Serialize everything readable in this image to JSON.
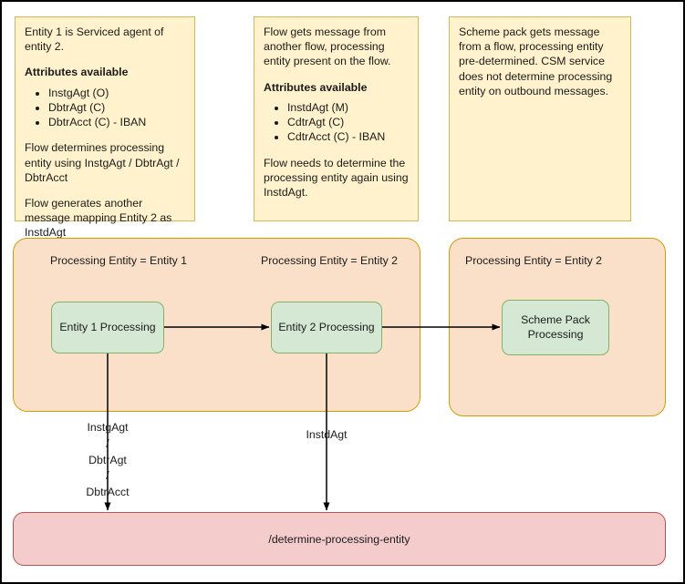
{
  "notes": [
    {
      "intro": "Entity 1 is Serviced agent of entity 2.",
      "heading": "Attributes available",
      "attributes": [
        "InstgAgt (O)",
        "DbtrAgt (C)",
        "DbtrAcct (C) - IBAN"
      ],
      "body1": "Flow determines processing entity using InstgAgt / DbtrAgt / DbtrAcct",
      "body2": "Flow generates another message mapping Entity 2 as InstdAgt"
    },
    {
      "intro": "Flow gets message from another flow, processing entity present on the flow.",
      "heading": "Attributes available",
      "attributes": [
        "InstdAgt (M)",
        "CdtrAgt (C)",
        "CdtrAcct (C) - IBAN"
      ],
      "body1": "Flow needs to determine the processing entity again using InstdAgt.",
      "body2": ""
    },
    {
      "intro": "Scheme pack gets message from a flow, processing entity pre-determined. CSM service does not determine processing entity on outbound messages.",
      "heading": "",
      "attributes": [],
      "body1": "",
      "body2": ""
    }
  ],
  "lanes": [
    {
      "label_left": "Processing Entity = Entity 1",
      "label_right": "Processing Entity = Entity 2"
    },
    {
      "label_left": "Processing Entity = Entity 2"
    }
  ],
  "processes": [
    {
      "label": "Entity 1 Processing"
    },
    {
      "label": "Entity 2 Processing"
    },
    {
      "label": "Scheme Pack\nProcessing"
    }
  ],
  "edge_labels": [
    {
      "text": "InstgAgt\n/\nDbtrAgt\n/\nDbtrAcct"
    },
    {
      "text": "InstdAgt"
    }
  ],
  "endpoint": {
    "label": "/determine-processing-entity"
  },
  "colors": {
    "note_fill": "#fff2cc",
    "note_stroke": "#d6b656",
    "lane_fill": "#fae0c8",
    "lane_stroke": "#d79b00",
    "process_fill": "#d5e8d4",
    "process_stroke": "#82b366",
    "endpoint_fill": "#f5cccc",
    "endpoint_stroke": "#b85450",
    "connector": "#000000",
    "canvas_border": "#000000"
  }
}
